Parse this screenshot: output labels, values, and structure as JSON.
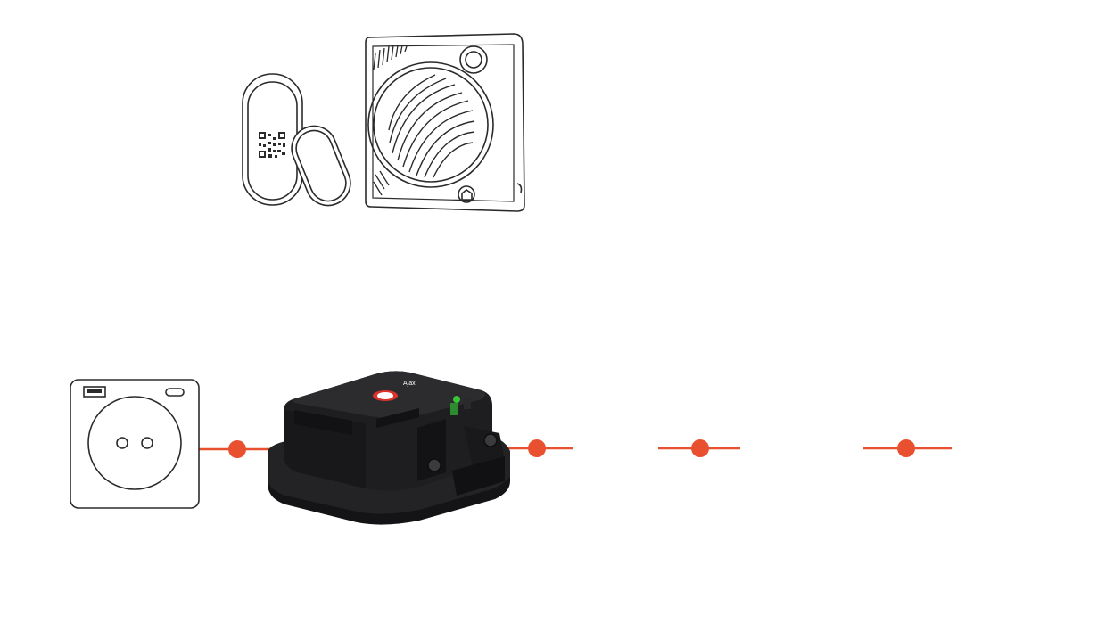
{
  "diagram": {
    "colors": {
      "connector": "#e8502f",
      "outline": "#2b2b2b",
      "device_body": "#1c1c1e",
      "device_top": "#2a2a2c",
      "indicator": "#38c43a",
      "badge": "#d9342b"
    },
    "nodes": [
      {
        "id": "door-sensor",
        "icon": "door-magnet-sensor-icon"
      },
      {
        "id": "siren",
        "icon": "siren-speaker-icon"
      },
      {
        "id": "socket",
        "icon": "power-socket-icon"
      },
      {
        "id": "relay-module",
        "icon": "relay-module-icon",
        "brand_text": "Ajax"
      }
    ],
    "connector_count": 4
  }
}
